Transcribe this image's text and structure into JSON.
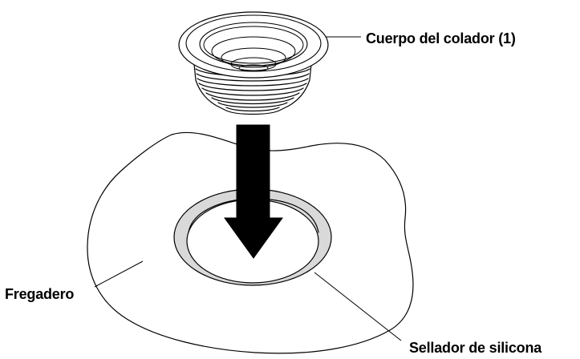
{
  "labels": {
    "strainer_body": "Cuerpo del colador (1)",
    "sink": "Fregadero",
    "silicone_sealant": "Sellador de silicona"
  },
  "colors": {
    "line": "#000000",
    "sealant_ring": "#d9d9d9",
    "arrow": "#000000",
    "background": "#ffffff"
  },
  "icons": {
    "arrow": "down-arrow-icon"
  }
}
